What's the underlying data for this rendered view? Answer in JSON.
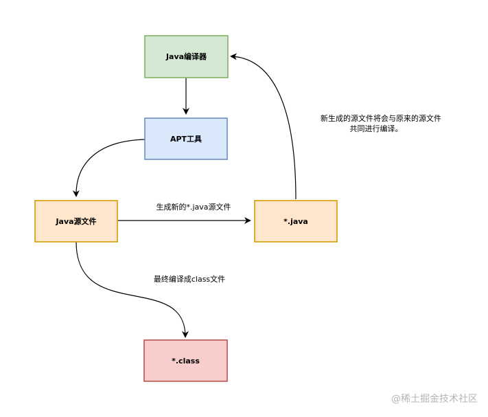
{
  "nodes": {
    "compiler": {
      "label": "Java编译器",
      "fill": "#d5e8d4",
      "stroke": "#82b366"
    },
    "apt": {
      "label": "APT工具",
      "fill": "#dae8fc",
      "stroke": "#6c8ebf"
    },
    "source": {
      "label": "Java源文件",
      "fill": "#ffe6cc",
      "stroke": "#d79b00"
    },
    "generated": {
      "label": "*.java",
      "fill": "#ffe6cc",
      "stroke": "#d79b00"
    },
    "classfile": {
      "label": "*.class",
      "fill": "#f8cecc",
      "stroke": "#b85450"
    }
  },
  "edges": {
    "generate_label": "生成新的*.java源文件",
    "compile_label": "最终编译成class文件",
    "note_line1": "新生成的源文件将会与原来的源文件",
    "note_line2": "共同进行编译。"
  },
  "watermark": "@稀土掘金技术社区"
}
